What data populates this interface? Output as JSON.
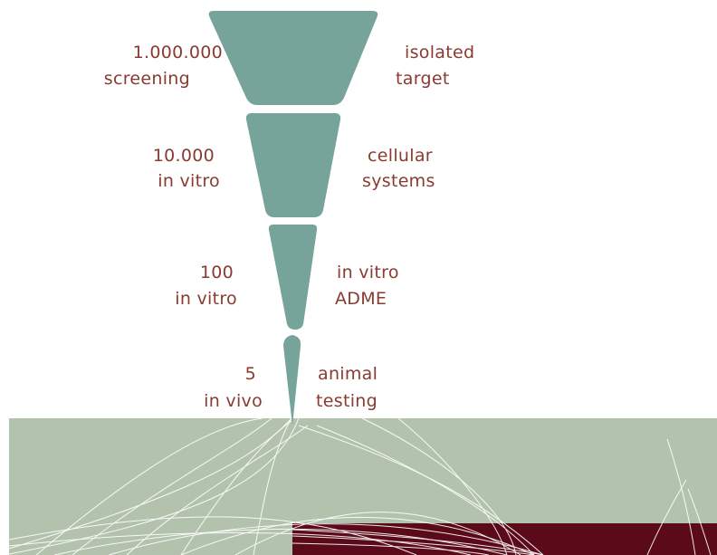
{
  "colors": {
    "funnel": "#76a39a",
    "label": "#8a3a30",
    "ground": "#b3c2ad",
    "band": "#5a0a18",
    "curves": "#ffffff"
  },
  "stages": [
    {
      "count": "1.000.000",
      "method": "screening",
      "system_line1": "isolated",
      "system_line2": "target"
    },
    {
      "count": "10.000",
      "method": "in vitro",
      "system_line1": "cellular",
      "system_line2": "systems"
    },
    {
      "count": "100",
      "method": "in vitro",
      "system_line1": "in vitro",
      "system_line2": "ADME"
    },
    {
      "count": "5",
      "method": "in vivo",
      "system_line1": "animal",
      "system_line2": "testing"
    }
  ]
}
